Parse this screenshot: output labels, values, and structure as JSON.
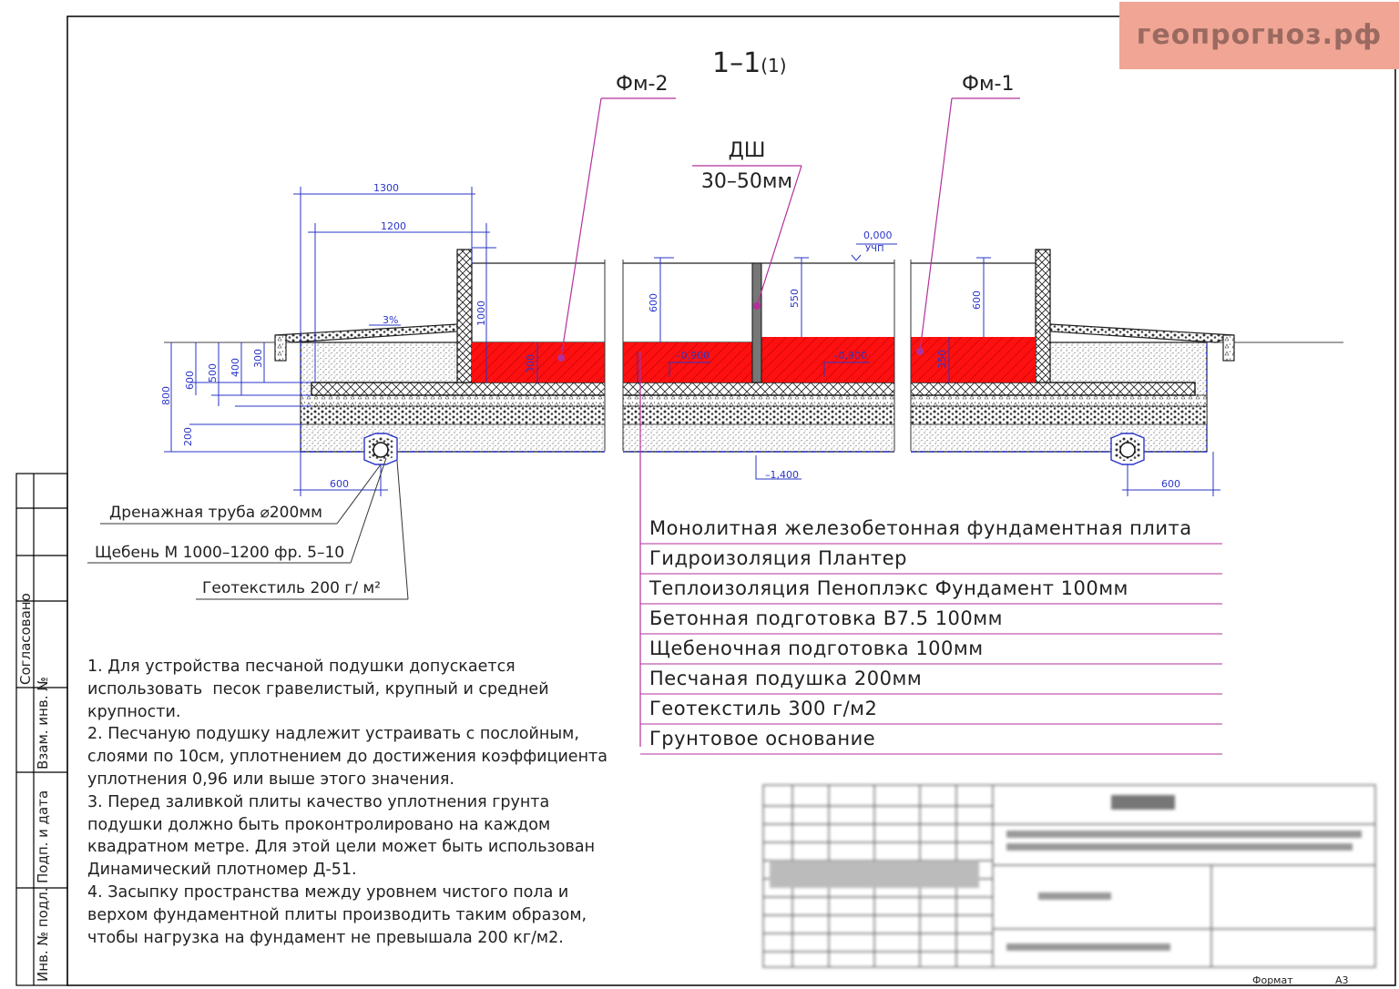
{
  "watermark": "геопрогноз.рф",
  "section": {
    "title": "1–1",
    "suffix": "(1)"
  },
  "tags": {
    "fm2": "Фм-2",
    "fm1": "Фм-1"
  },
  "joint": {
    "line1": "ДШ",
    "line2": "30–50мм"
  },
  "dimensions": {
    "d1300": "1300",
    "d1200": "1200",
    "d1000": "1000",
    "d600a": "600",
    "d550": "550",
    "d600b": "600",
    "d800": "800",
    "d600c": "600",
    "d500": "500",
    "d400": "400",
    "d300a": "300",
    "d200": "200",
    "d300b": "300",
    "d350": "350",
    "d600l": "600",
    "d600r": "600",
    "slope": "3%",
    "level0": "0,000",
    "ucp": "УЧП",
    "lv900a": "–0,900",
    "lv900b": "–0,900",
    "lv1400": "–1,400"
  },
  "labels": {
    "drain": "Дренажная труба ⌀200мм",
    "gravel": "Щебень М 1000–1200 фр. 5–10",
    "geotex": "Геотекстиль 200 г/ м²"
  },
  "legend": [
    "Монолитная железобетонная фундаментная плита",
    "Гидроизоляция Плантер",
    "Теплоизоляция Пеноплэкс Фундамент 100мм",
    "Бетонная подготовка В7.5 100мм",
    "Щебеночная подготовка 100мм",
    "Песчаная подушка 200мм",
    "Геотекстиль 300 г/м2",
    "Грунтовое основание"
  ],
  "notes": "1. Для устройства песчаной подушки допускается\nиспользовать  песок гравелистый, крупный и средней\nкрупности.\n2. Песчаную подушку надлежит устраивать с послойным,\nслоями по 10см, уплотнением до достижения коэффициента\nуплотнения 0,96 или выше этого значения.\n3. Перед заливкой плиты качество уплотнения грунта\nподушки должно быть проконтролировано на каждом\nквадратном метре. Для этой цели может быть использован\nДинамический плотномер Д-51.\n4. Засыпку пространства между уровнем чистого пола и\nверхом фундаментной плиты производить таким образом,\nчтобы нагрузка на фундамент не превышала 200 кг/м2.",
  "stamp": {
    "sogl": "Согласовано",
    "vzam": "Взам. инв. №",
    "podp": "Подп. и дата",
    "inv": "Инв. № подл.",
    "format_label": "Формат",
    "format_value": "А3"
  },
  "colors": {
    "red": "#e8141a",
    "purple": "#b3309b",
    "blue": "#2a35c8",
    "hatch": "#333333"
  }
}
